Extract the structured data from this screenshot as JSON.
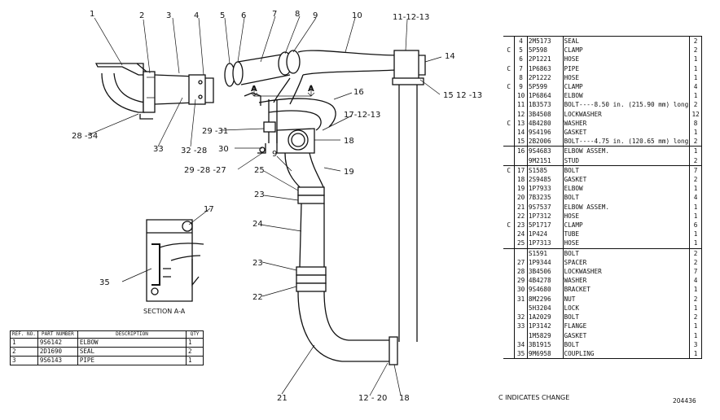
{
  "callouts": {
    "c1": "1",
    "c2": "2",
    "c3": "3",
    "c4": "4",
    "c5": "5",
    "c6": "6",
    "c7": "7",
    "c8": "8",
    "c9": "9",
    "c10": "10",
    "c11": "11-12-13",
    "c14": "14",
    "c15": "15  12 -13",
    "c16": "16",
    "c17a": "17-12-13",
    "c18a": "18",
    "c19": "19",
    "c9b": "9",
    "c25": "25",
    "c23a": "23",
    "c24": "24",
    "c23b": "23",
    "c22": "22",
    "c21": "21",
    "c12_20": "12 - 20",
    "c18b": "18",
    "c28_34": "28 -34",
    "c33": "33",
    "c32_28": "32 -28",
    "c29_31": "29 -31",
    "c30": "30",
    "c29_28_27": "29 -28  -27",
    "c17b": "17",
    "c35": "35",
    "secA1": "A",
    "secA2": "A"
  },
  "section_label": "SECTION A-A",
  "small_table": {
    "headers": [
      "REF. NO.",
      "PART NUMBER",
      "DESCRIPTION",
      "QTY"
    ],
    "rows": [
      {
        "ref": "1",
        "part": "9S6142",
        "desc": "ELBOW",
        "qty": "1"
      },
      {
        "ref": "2",
        "part": "2D1690",
        "desc": "SEAL",
        "qty": "2"
      },
      {
        "ref": "3",
        "part": "9S6143",
        "desc": "PIPE",
        "qty": "1"
      }
    ]
  },
  "parts_list": [
    {
      "c": "",
      "ref": "4",
      "part": "2M5173",
      "desc": "SEAL",
      "qty": "2",
      "sep": false
    },
    {
      "c": "C",
      "ref": "5",
      "part": "5P598",
      "desc": "CLAMP",
      "qty": "2",
      "sep": false
    },
    {
      "c": "",
      "ref": "6",
      "part": "2P1221",
      "desc": "HOSE",
      "qty": "1",
      "sep": false
    },
    {
      "c": "C",
      "ref": "7",
      "part": "1P6863",
      "desc": "PIPE",
      "qty": "1",
      "sep": false
    },
    {
      "c": "",
      "ref": "8",
      "part": "2P1222",
      "desc": "HOSE",
      "qty": "1",
      "sep": false
    },
    {
      "c": "C",
      "ref": "9",
      "part": "5P599",
      "desc": "CLAMP",
      "qty": "4",
      "sep": false
    },
    {
      "c": "",
      "ref": "10",
      "part": "1P6864",
      "desc": "ELBOW",
      "qty": "1",
      "sep": false
    },
    {
      "c": "",
      "ref": "11",
      "part": "1B3573",
      "desc": "BOLT----8.50 in. (215.90 mm) long",
      "qty": "2",
      "sep": false
    },
    {
      "c": "",
      "ref": "12",
      "part": "3B4508",
      "desc": "LOCKWASHER",
      "qty": "12",
      "sep": false
    },
    {
      "c": "C",
      "ref": "13",
      "part": "4B4280",
      "desc": "WASHER",
      "qty": "8",
      "sep": false
    },
    {
      "c": "",
      "ref": "14",
      "part": "9S4196",
      "desc": "GASKET",
      "qty": "1",
      "sep": false
    },
    {
      "c": "",
      "ref": "15",
      "part": "2B2006",
      "desc": "BOLT----4.75 in. (120.65 mm) long",
      "qty": "2",
      "sep": true
    },
    {
      "c": "",
      "ref": "16",
      "part": "9S4683",
      "desc": "ELBOW ASSEM.",
      "qty": "1",
      "sep": false
    },
    {
      "c": "",
      "ref": "",
      "part": "9M2151",
      "desc": "  STUD",
      "qty": "2",
      "sep": true
    },
    {
      "c": "C",
      "ref": "17",
      "part": "S1585",
      "desc": "BOLT",
      "qty": "7",
      "sep": false
    },
    {
      "c": "",
      "ref": "18",
      "part": "2S9485",
      "desc": "GASKET",
      "qty": "2",
      "sep": false
    },
    {
      "c": "",
      "ref": "19",
      "part": "1P7933",
      "desc": "ELBOW",
      "qty": "1",
      "sep": false
    },
    {
      "c": "",
      "ref": "20",
      "part": "7B3235",
      "desc": "BOLT",
      "qty": "4",
      "sep": false
    },
    {
      "c": "",
      "ref": "21",
      "part": "9S7537",
      "desc": "ELBOW ASSEM.",
      "qty": "1",
      "sep": false
    },
    {
      "c": "",
      "ref": "22",
      "part": "1P7312",
      "desc": "HOSE",
      "qty": "1",
      "sep": false
    },
    {
      "c": "C",
      "ref": "23",
      "part": "5P1717",
      "desc": "CLAMP",
      "qty": "6",
      "sep": false
    },
    {
      "c": "",
      "ref": "24",
      "part": "1P424",
      "desc": "TUBE",
      "qty": "1",
      "sep": false
    },
    {
      "c": "",
      "ref": "25",
      "part": "1P7313",
      "desc": "HOSE",
      "qty": "1",
      "sep": true
    },
    {
      "c": "",
      "ref": "",
      "part": "S1591",
      "desc": "BOLT",
      "qty": "2",
      "sep": false
    },
    {
      "c": "",
      "ref": "27",
      "part": "1P9344",
      "desc": "SPACER",
      "qty": "2",
      "sep": false
    },
    {
      "c": "",
      "ref": "28",
      "part": "3B4506",
      "desc": "LOCKWASHER",
      "qty": "7",
      "sep": false
    },
    {
      "c": "",
      "ref": "29",
      "part": "4B4278",
      "desc": "WASHER",
      "qty": "4",
      "sep": false
    },
    {
      "c": "",
      "ref": "30",
      "part": "9S4680",
      "desc": "BRACKET",
      "qty": "1",
      "sep": false
    },
    {
      "c": "",
      "ref": "31",
      "part": "8M2296",
      "desc": "NUT",
      "qty": "2",
      "sep": false
    },
    {
      "c": "",
      "ref": "",
      "part": "5H3204",
      "desc": "LOCK",
      "qty": "1",
      "sep": false
    },
    {
      "c": "",
      "ref": "32",
      "part": "1A2029",
      "desc": "BOLT",
      "qty": "2",
      "sep": false
    },
    {
      "c": "",
      "ref": "33",
      "part": "1P3142",
      "desc": "FLANGE",
      "qty": "1",
      "sep": false
    },
    {
      "c": "",
      "ref": "",
      "part": "1M5829",
      "desc": "GASKET",
      "qty": "1",
      "sep": false
    },
    {
      "c": "",
      "ref": "34",
      "part": "3B1915",
      "desc": "BOLT",
      "qty": "3",
      "sep": false
    },
    {
      "c": "",
      "ref": "35",
      "part": "9M6958",
      "desc": "COUPLING",
      "qty": "1",
      "sep": false
    }
  ],
  "legend": "C INDICATES CHANGE",
  "figure_id": "204436"
}
